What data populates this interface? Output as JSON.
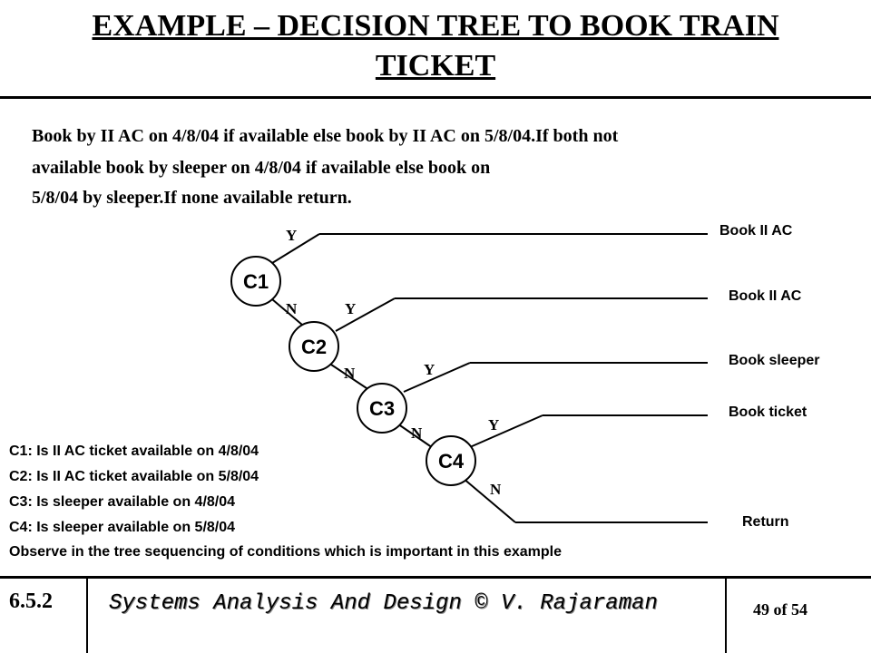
{
  "title": {
    "line1": "EXAMPLE – DECISION TREE TO BOOK TRAIN",
    "line2": "TICKET"
  },
  "intro": {
    "line1": "Book by II AC on 4/8/04 if available else book by II AC on 5/8/04.If both not",
    "line2": "available book by sleeper on 4/8/04 if available else book on",
    "line3": "5/8/04 by sleeper.If none available return."
  },
  "tree": {
    "nodes": [
      "C1",
      "C2",
      "C3",
      "C4"
    ],
    "branch_yes": "Y",
    "branch_no": "N",
    "outcomes": [
      "Book II AC",
      "Book II AC",
      "Book sleeper",
      "Book ticket",
      "Return"
    ]
  },
  "legend": {
    "c1": "C1: Is II AC ticket available on 4/8/04",
    "c2": "C2: Is II AC ticket available on 5/8/04",
    "c3": "C3: Is sleeper available on 4/8/04",
    "c4": "C4: Is sleeper available on 5/8/04",
    "note": "Observe in the tree sequencing of conditions which is important in this example"
  },
  "footer": {
    "section": "6.5.2",
    "course": "Systems Analysis And Design  ©  V. Rajaraman",
    "page": "49 of 54"
  }
}
